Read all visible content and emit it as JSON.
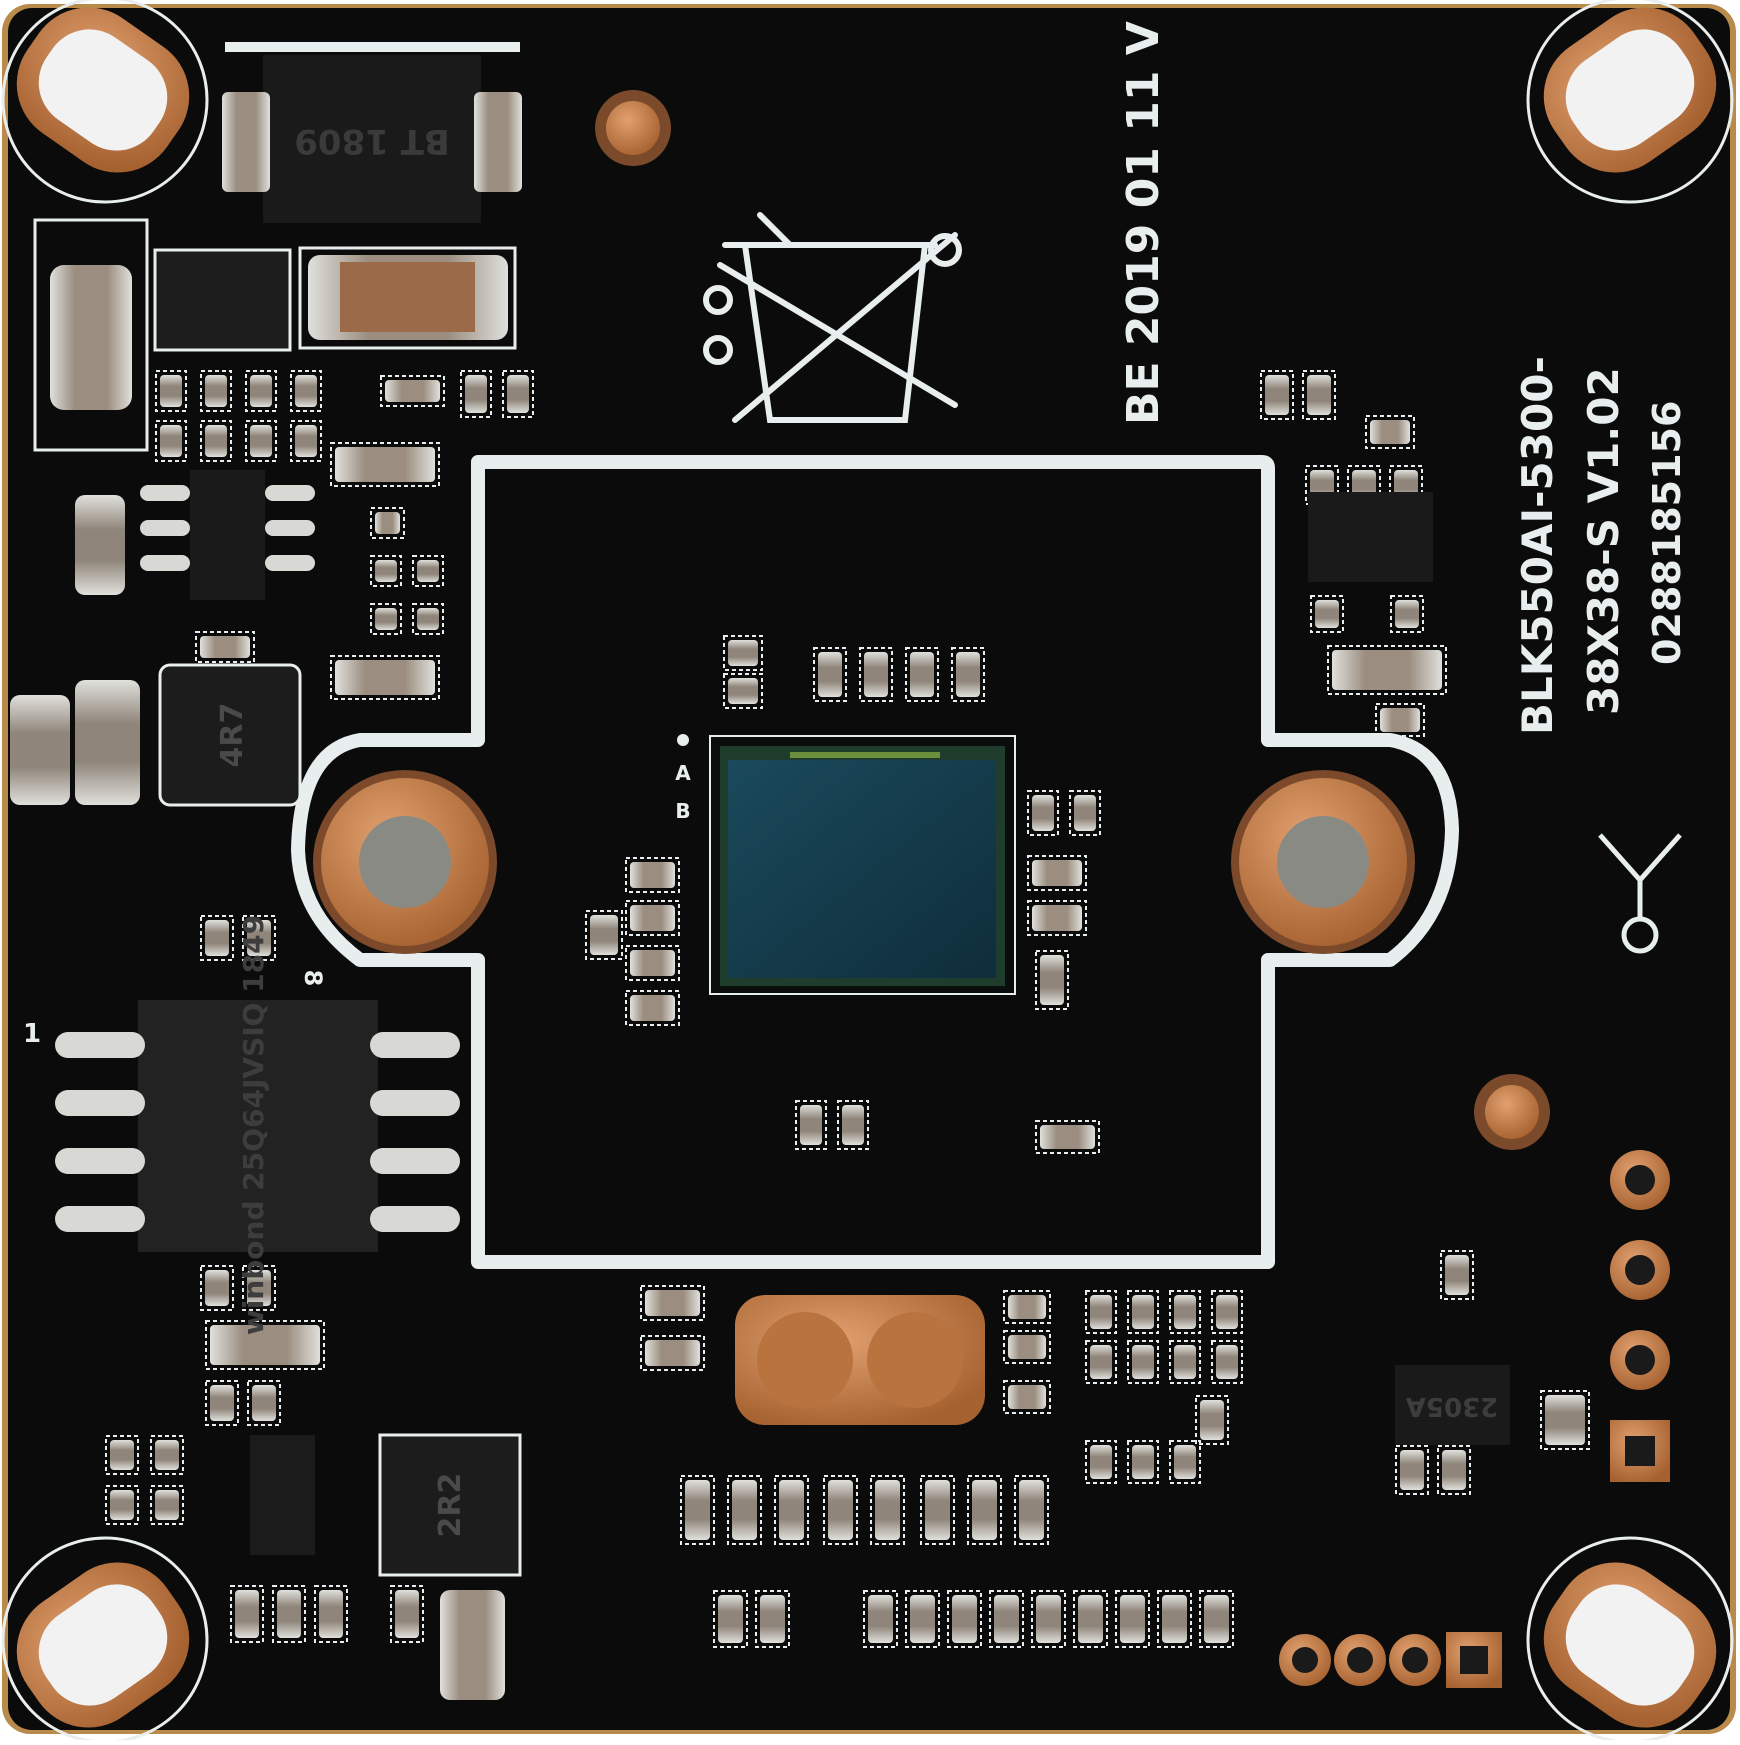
{
  "board": {
    "date_code": "BE 2019 01 11 V",
    "model_line1": "BLK550AI-5300-",
    "model_line2": "38X38-S V1.02",
    "model_line3": "0288185156",
    "regulator_marking": "BT 1809",
    "flash_marking": "winbond 25Q64JVSIQ 1849",
    "inductor_marking_1": "4R7",
    "inductor_marking_2": "2R2",
    "transistor_marking": "2305A",
    "pin_label_1": "1",
    "pin_label_8": "8",
    "sensor_label_a": "A",
    "sensor_label_b": "B",
    "colors": {
      "pcb": "#0b0b0b",
      "silkscreen": "#e8eeee",
      "copper": "#c8804e",
      "sensor": "#143a48",
      "edge": "#c08a4a"
    }
  }
}
